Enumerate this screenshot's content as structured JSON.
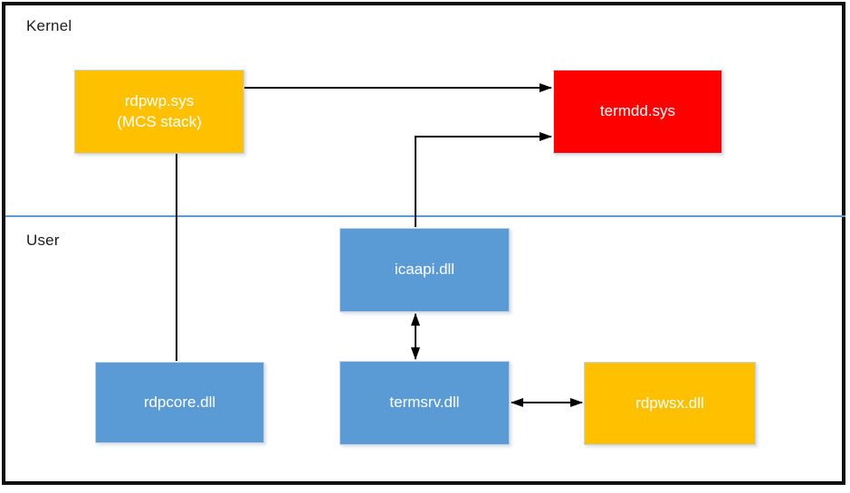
{
  "regions": {
    "kernel_label": "Kernel",
    "user_label": "User"
  },
  "nodes": {
    "rdpwp": {
      "label": "rdpwp.sys",
      "sublabel": "(MCS stack)",
      "fill": "#FFC000",
      "text_color": "#FFFFFF",
      "region": "Kernel"
    },
    "termdd": {
      "label": "termdd.sys",
      "fill": "#FF0000",
      "text_color": "#FFFFFF",
      "region": "Kernel"
    },
    "icaapi": {
      "label": "icaapi.dll",
      "fill": "#5B9BD5",
      "text_color": "#FFFFFF",
      "region": "User"
    },
    "rdpcore": {
      "label": "rdpcore.dll",
      "fill": "#5B9BD5",
      "text_color": "#FFFFFF",
      "region": "User"
    },
    "termsrv": {
      "label": "termsrv.dll",
      "fill": "#5B9BD5",
      "text_color": "#FFFFFF",
      "region": "User"
    },
    "rdpwsx": {
      "label": "rdpwsx.dll",
      "fill": "#FFC000",
      "text_color": "#FFFFFF",
      "region": "User"
    }
  },
  "edges": [
    {
      "from": "rdpwp.sys",
      "to": "termdd.sys",
      "type": "arrow",
      "shape": "straight-horizontal"
    },
    {
      "from": "icaapi.dll",
      "to": "termdd.sys",
      "type": "arrow",
      "shape": "elbow-up-right"
    },
    {
      "from": "rdpwp.sys",
      "to": "rdpcore.dll",
      "type": "plain-line",
      "shape": "straight-vertical"
    },
    {
      "from": "icaapi.dll",
      "to": "termsrv.dll",
      "type": "double-arrow",
      "shape": "straight-vertical"
    },
    {
      "from": "termsrv.dll",
      "to": "rdpwsx.dll",
      "type": "double-arrow",
      "shape": "straight-horizontal"
    }
  ],
  "colors": {
    "gold": "#FFC000",
    "red": "#FF0000",
    "blue": "#5B9BD5",
    "divider": "#5B9BD5",
    "frame": "#0F0F0F",
    "edge_stroke": "#000000",
    "background": "#FFFFFF"
  }
}
